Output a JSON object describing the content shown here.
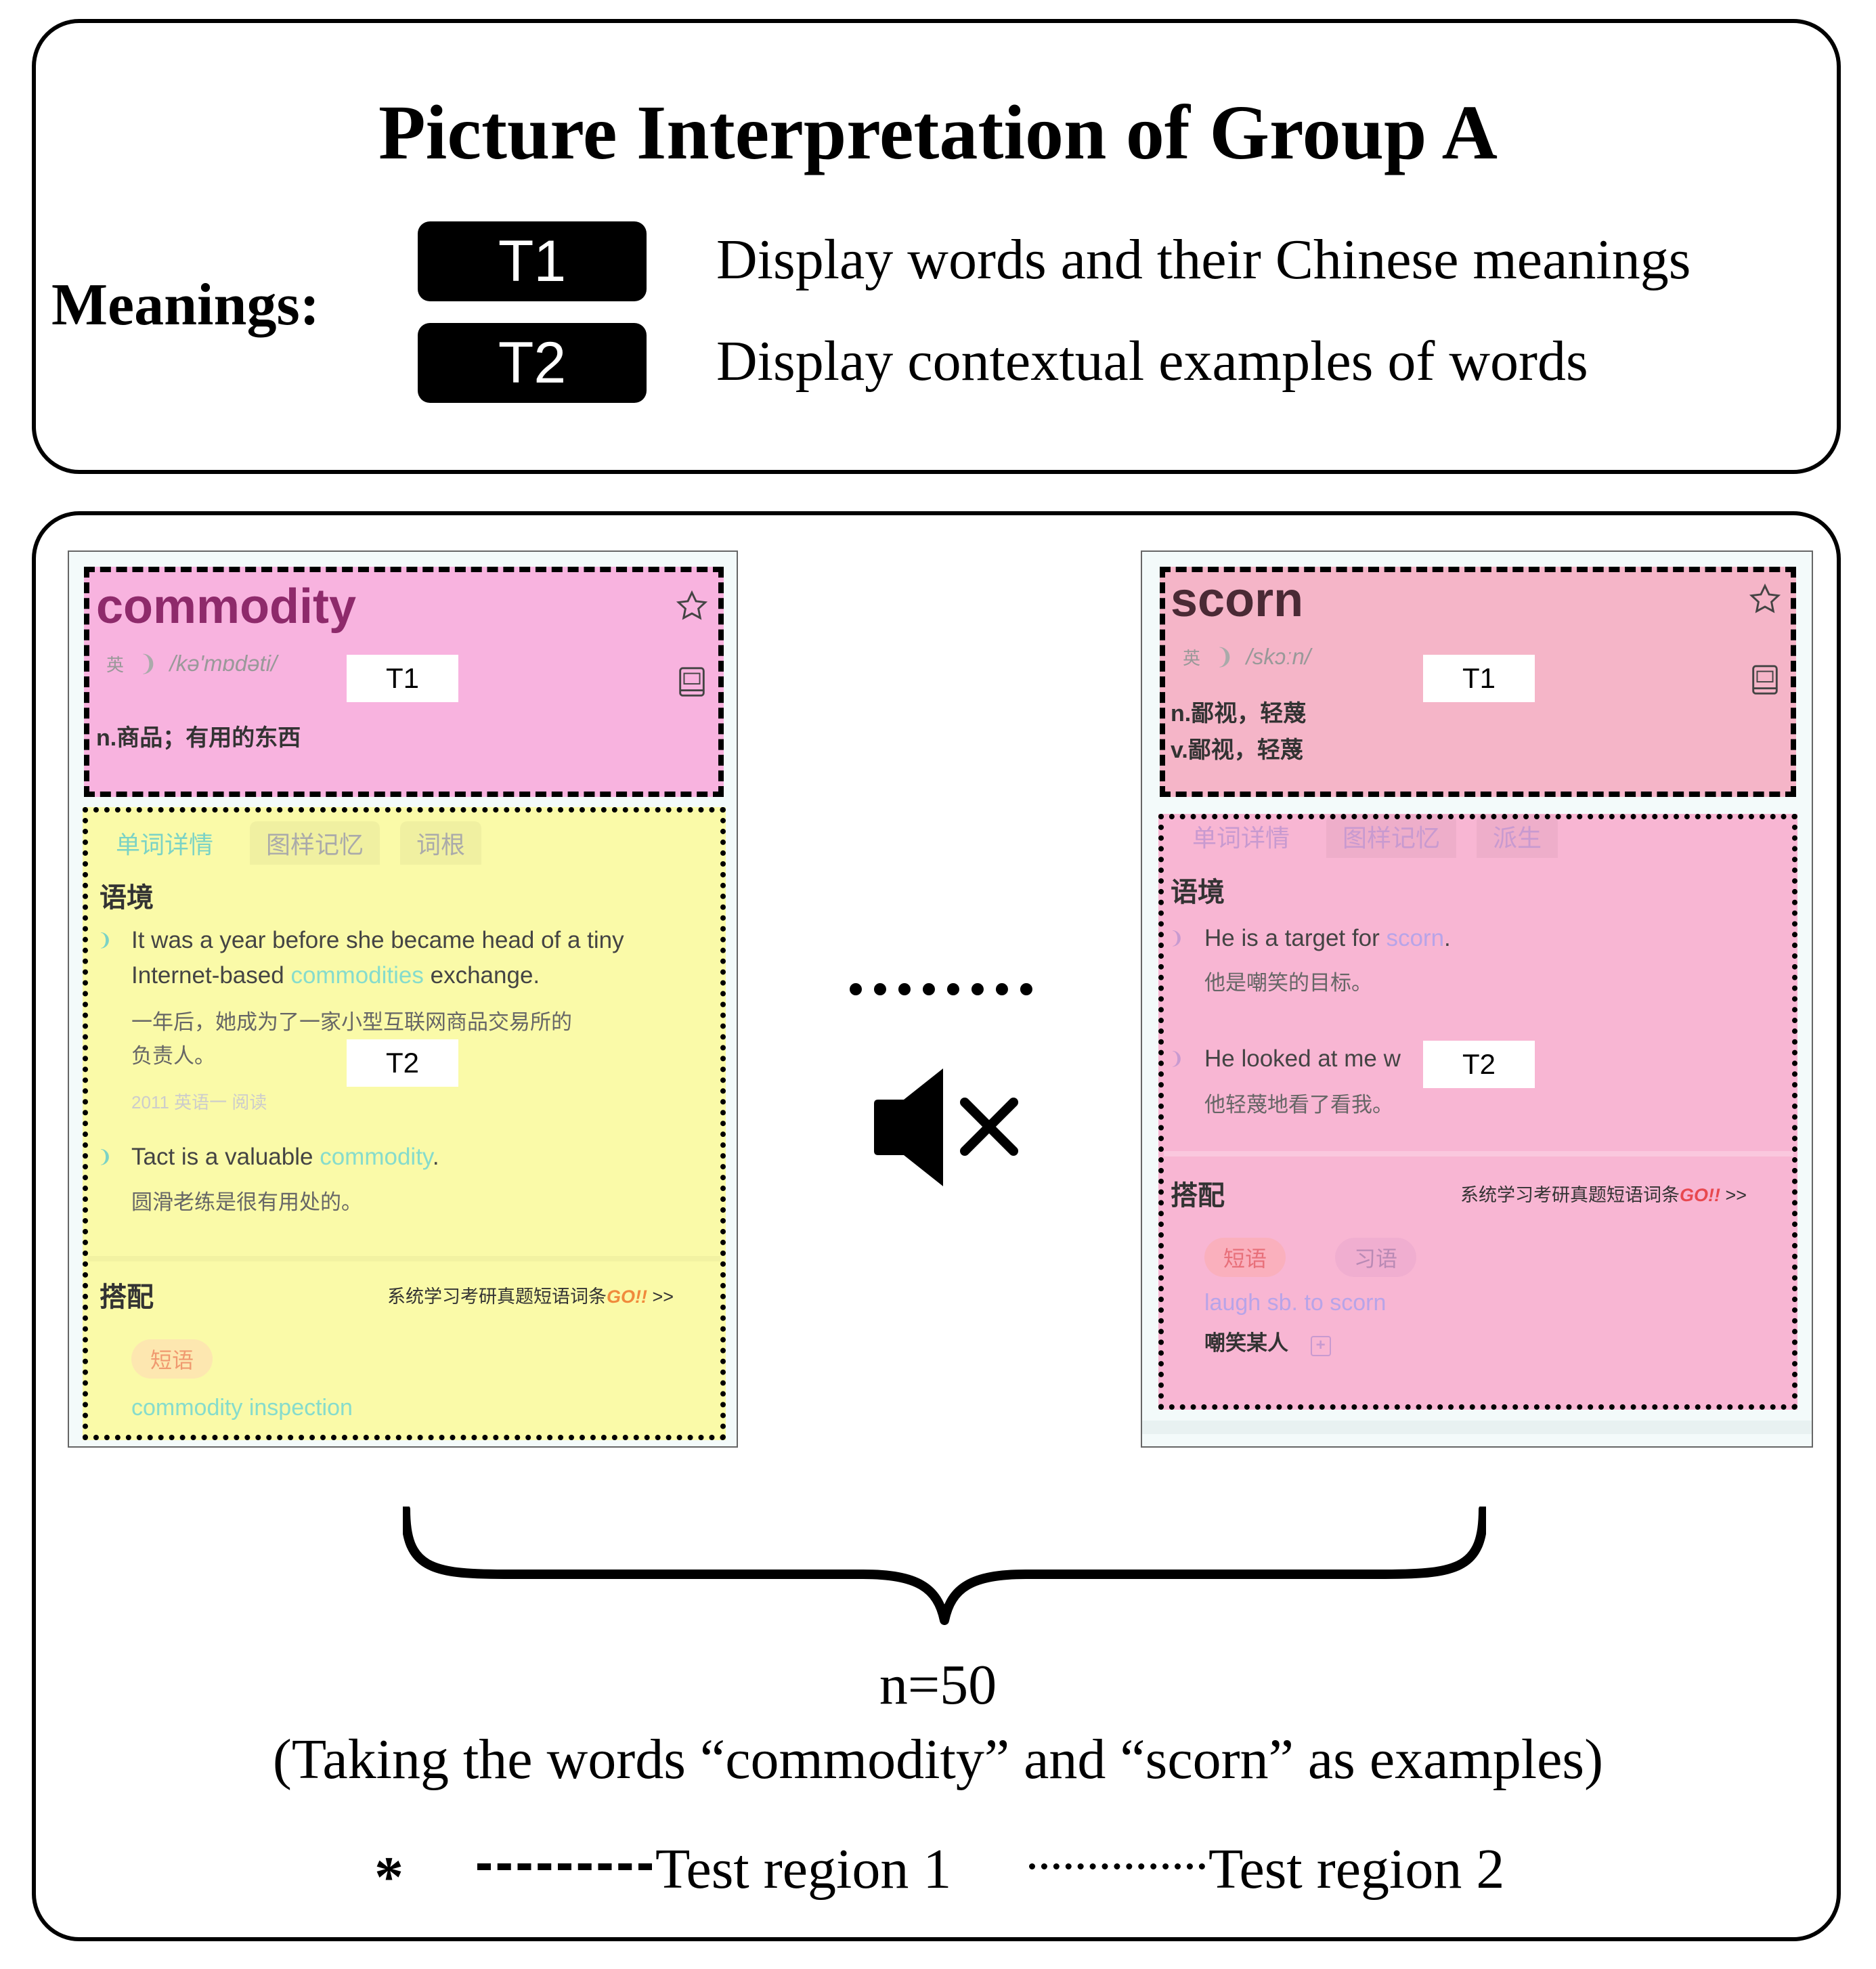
{
  "title": "Picture Interpretation of Group A",
  "meanings": {
    "label": "Meanings:",
    "items": [
      {
        "tag": "T1",
        "desc": "Display words and their Chinese meanings"
      },
      {
        "tag": "T2",
        "desc": "Display contextual examples of words"
      }
    ]
  },
  "left_card": {
    "word": "commodity",
    "lang": "英",
    "phonetic": "/kə'mɒdəti/",
    "tag_t1": "T1",
    "definition": "n.商品；有用的东西",
    "tabs": [
      "单词详情",
      "图样记忆",
      "词根"
    ],
    "context_head": "语境",
    "ex1_en_a": "It was a year before she became head of a tiny",
    "ex1_en_b_pre": "Internet-based ",
    "ex1_en_b_hl": "commodities",
    "ex1_en_b_post": " exchange.",
    "ex1_zh_a": "一年后，她成为了一家小型互联网商品交易所的",
    "ex1_zh_b": "负责人。",
    "tag_t2": "T2",
    "ex1_src": "2011 英语一 阅读",
    "ex2_en_pre": "Tact is a valuable ",
    "ex2_en_hl": "commodity",
    "ex2_en_post": ".",
    "ex2_zh": "圆滑老练是很有用处的。",
    "collab_head": "搭配",
    "collab_link": "系统学习考研真题短语词条",
    "collab_go": "GO!!",
    "collab_arrow": ">>",
    "chip": "短语",
    "phrase": "commodity inspection"
  },
  "right_card": {
    "word": "scorn",
    "lang": "英",
    "phonetic": "/skɔːn/",
    "tag_t1": "T1",
    "definition_a": "n.鄙视，轻蔑",
    "definition_b": "v.鄙视，轻蔑",
    "tabs": [
      "单词详情",
      "图样记忆",
      "派生"
    ],
    "context_head": "语境",
    "ex1_en_pre": "He is a target for ",
    "ex1_en_hl": "scorn",
    "ex1_en_post": ".",
    "ex1_zh": "他是嘲笑的目标。",
    "ex2_en": "He looked at me w",
    "tag_t2": "T2",
    "ex2_zh": "他轻蔑地看了看我。",
    "collab_head": "搭配",
    "collab_link": "系统学习考研真题短语词条",
    "collab_go": "GO!!",
    "collab_arrow": ">>",
    "chip1": "短语",
    "chip2": "习语",
    "phrase": "laugh sb. to scorn",
    "phrase_zh": "嘲笑某人"
  },
  "n_label": "n=50",
  "caption": "(Taking the words  “commodity”  and  “scorn”  as examples)",
  "legend": {
    "asterisk": "*",
    "region1": "Test region 1",
    "region2": "Test region 2"
  },
  "colors": {
    "left_t1_bg": "#f8b3df",
    "left_t2_bg": "#fafaa8",
    "right_t1_bg": "#f5b5c8",
    "right_t2_bg": "#f8b6d3",
    "word_purple": "#8e2a6b",
    "highlight_teal": "#86dccc"
  },
  "icons": [
    "star-icon",
    "book-icon",
    "speaker-icon",
    "mute-speaker-icon",
    "curly-brace"
  ]
}
